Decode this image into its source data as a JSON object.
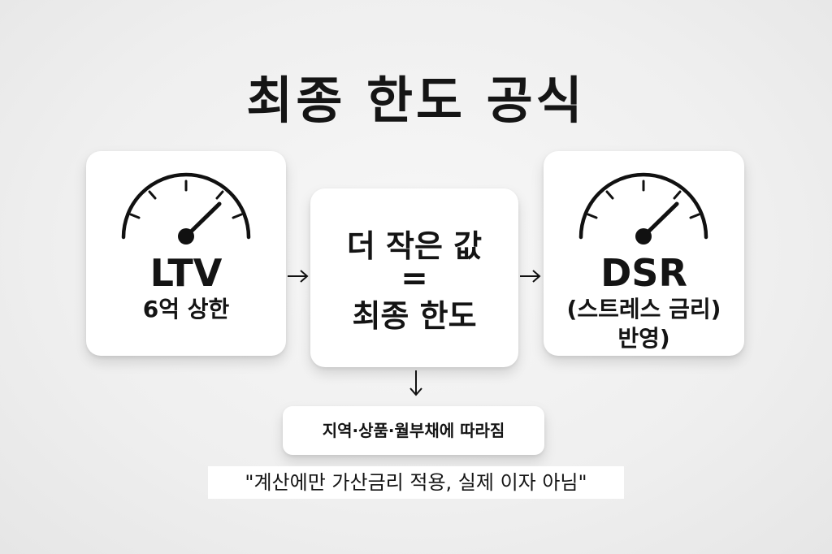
{
  "title": "최종 한도 공식",
  "ltv_card": {
    "label": "LTV",
    "sub": "6억 상한",
    "icon": "gauge-icon"
  },
  "middle_card": {
    "line1": "더 작은 값",
    "equals": "=",
    "line2": "최종 한도"
  },
  "dsr_card": {
    "label": "DSR",
    "sub": "(스트레스 금리)\n반영)",
    "icon": "gauge-icon"
  },
  "note": {
    "text": "지역·상품·월부채에 따라짐"
  },
  "quote": {
    "text": "\"계산에만 가산금리 적용, 실제 이자 아님\""
  }
}
